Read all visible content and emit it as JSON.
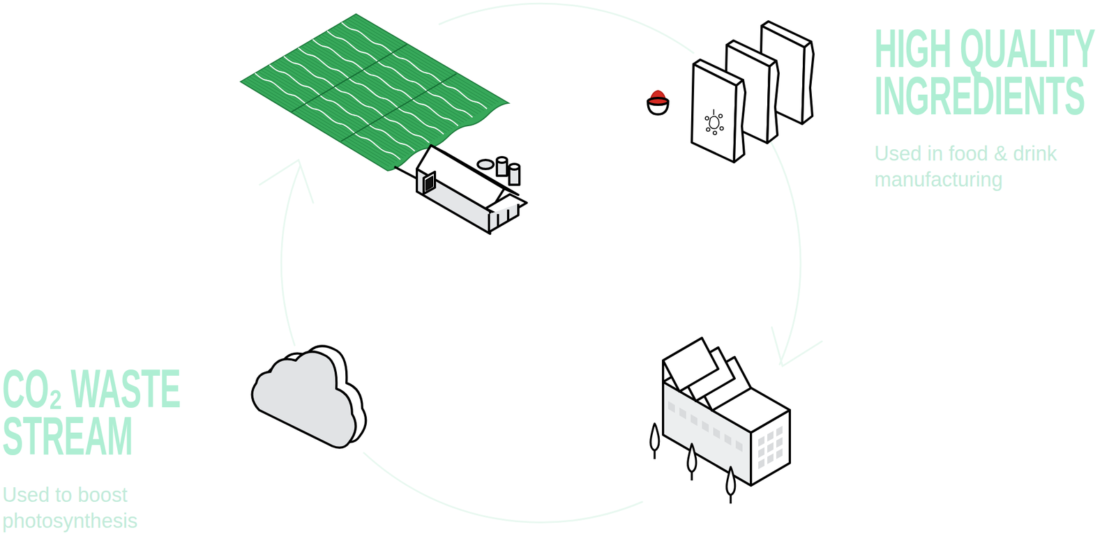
{
  "diagram": {
    "nodes": [
      {
        "text": [
          "HIGH QUALITY INGREDIENTS",
          "Used in food & drink manufacturing"
        ]
      },
      {
        "text": [
          "CO₂ WASTE STREAM",
          "Used to boost photosynthesis"
        ]
      }
    ]
  }
}
